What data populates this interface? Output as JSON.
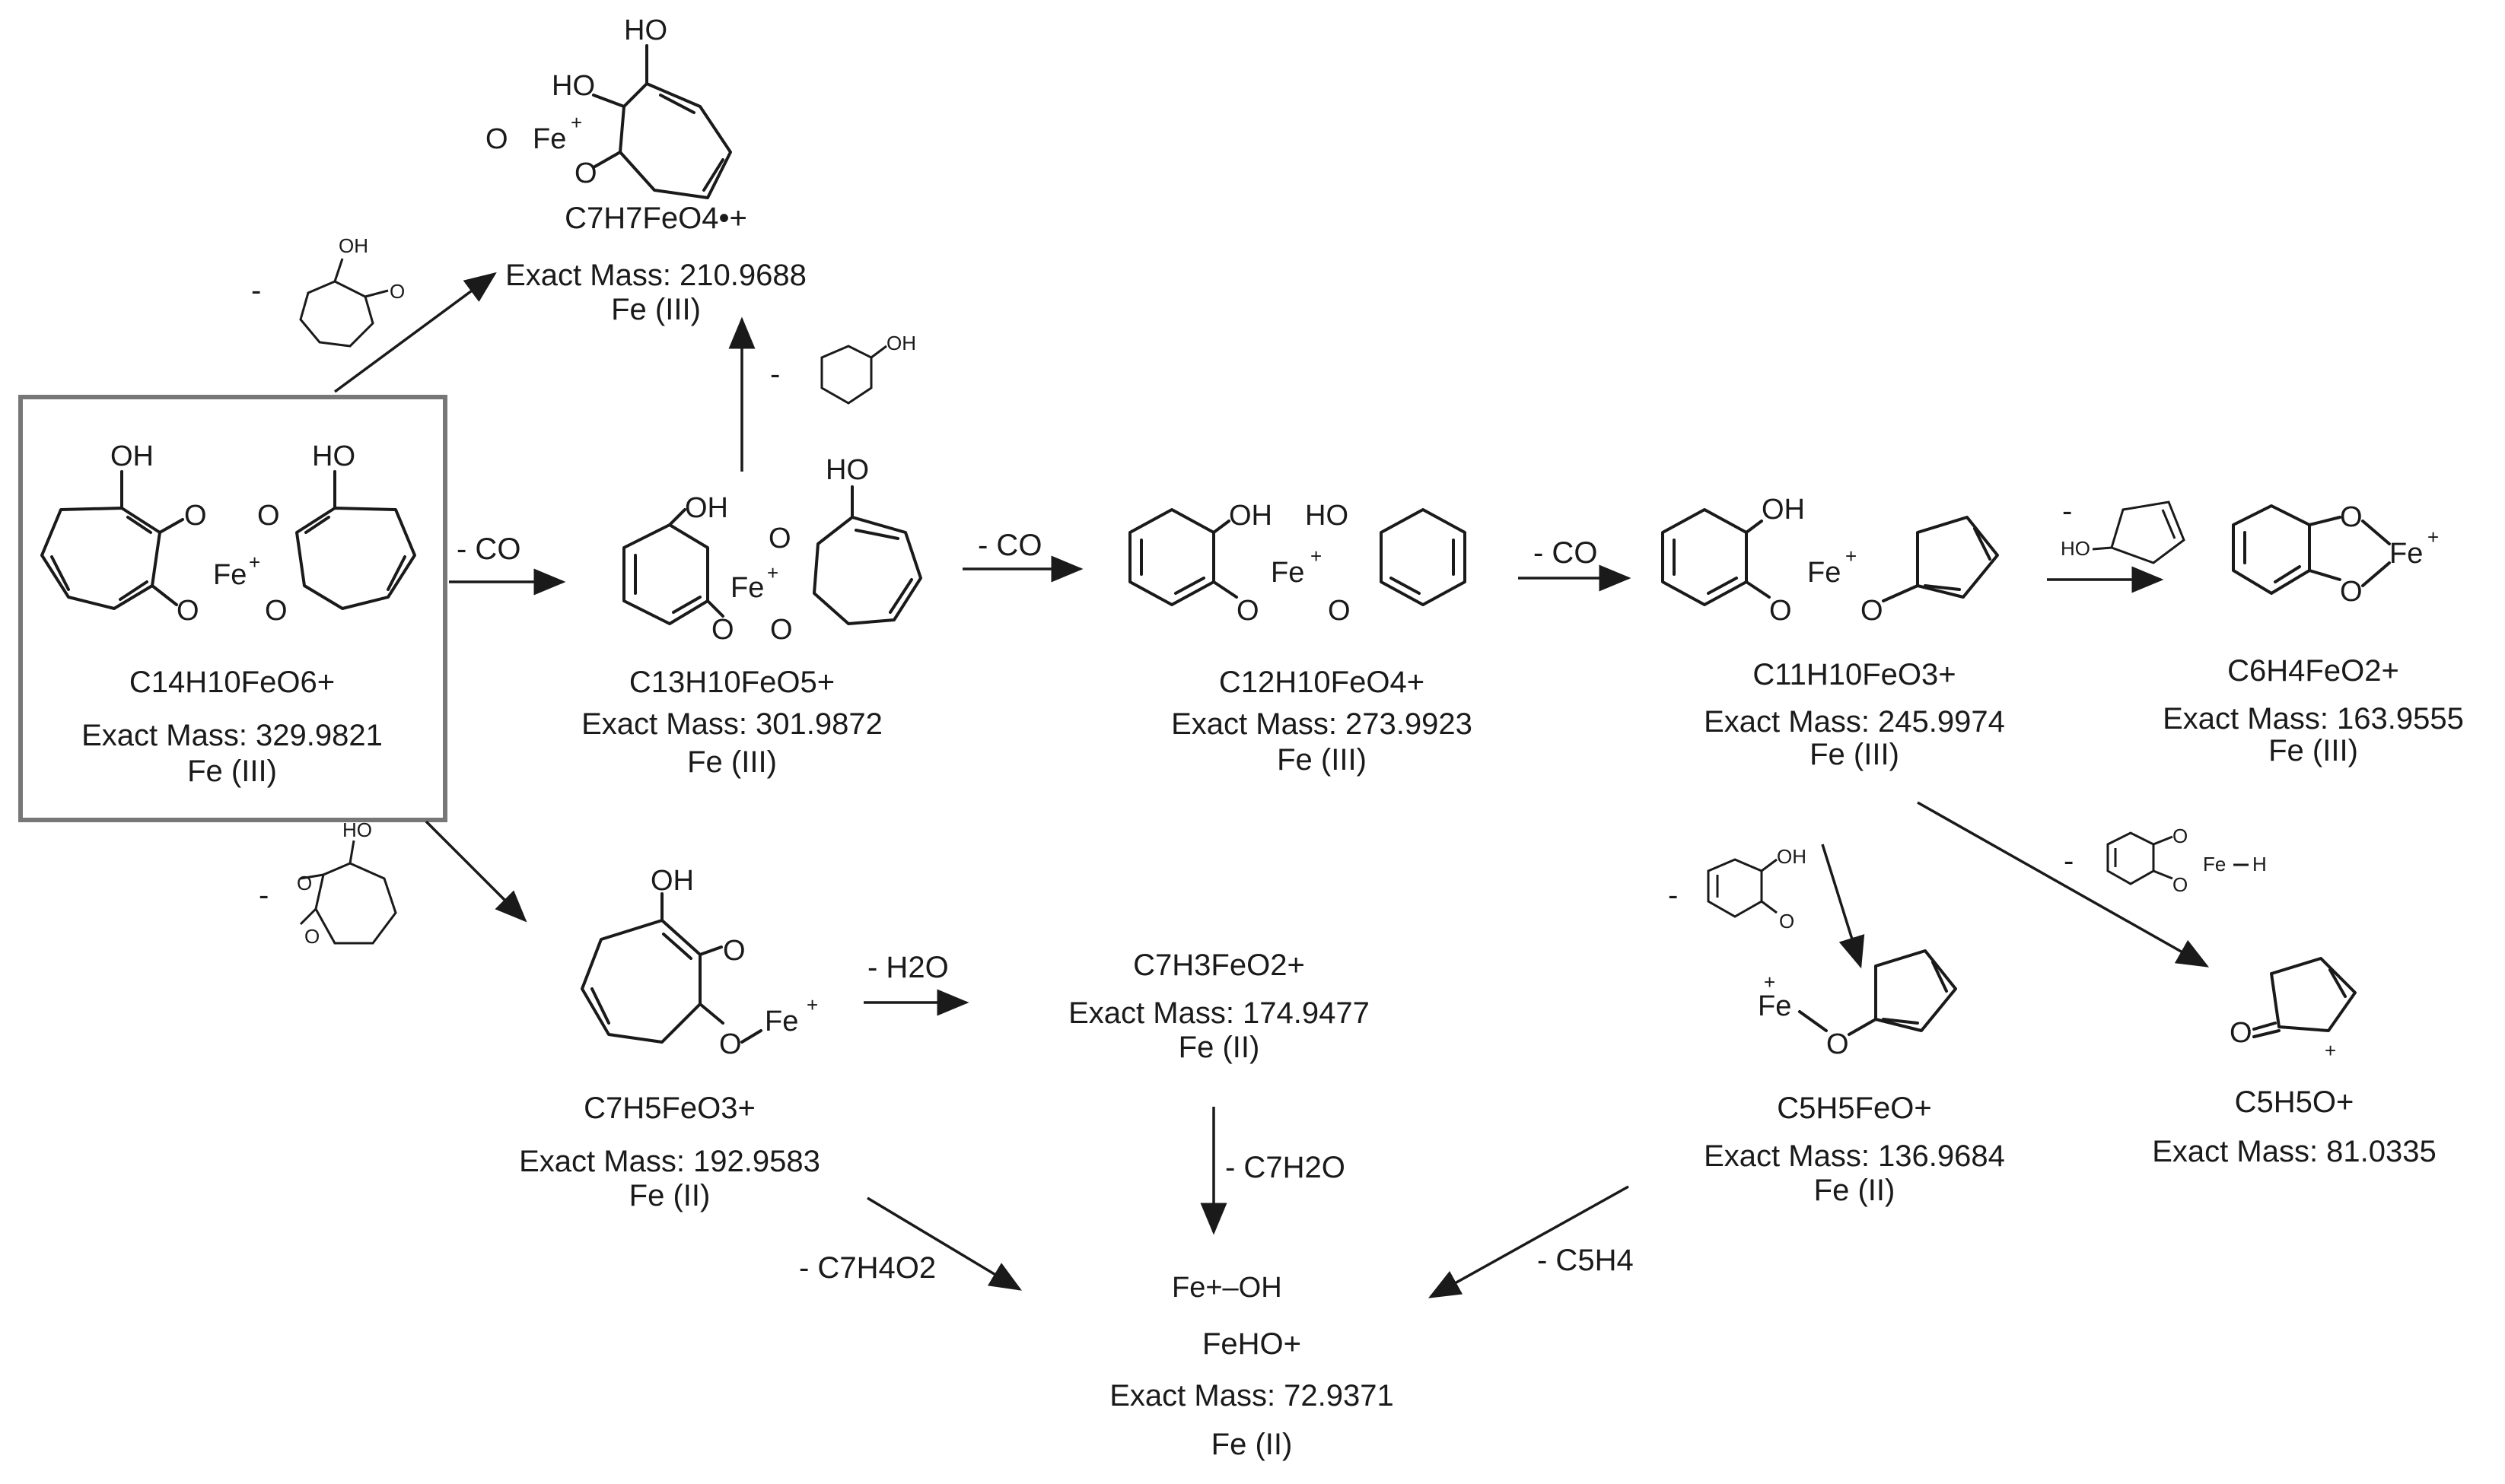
{
  "species": {
    "parent": {
      "formula": "C14H10FeO6+",
      "mass": "Exact Mass: 329.9821",
      "ox": "Fe (III)"
    },
    "s1": {
      "formula": "C13H10FeO5+",
      "mass": "Exact Mass: 301.9872",
      "ox": "Fe (III)"
    },
    "s2": {
      "formula": "C12H10FeO4+",
      "mass": "Exact Mass: 273.9923",
      "ox": "Fe (III)"
    },
    "s3": {
      "formula": "C11H10FeO3+",
      "mass": "Exact Mass: 245.9974",
      "ox": "Fe (III)"
    },
    "s4": {
      "formula": "C6H4FeO2+",
      "mass": "Exact Mass: 163.9555",
      "ox": "Fe (III)"
    },
    "top": {
      "formula": "C7H7FeO4•+",
      "mass": "Exact Mass: 210.9688",
      "ox": "Fe (III)"
    },
    "l1": {
      "formula": "C7H5FeO3+",
      "mass": "Exact Mass: 192.9583",
      "ox": "Fe (II)"
    },
    "l2": {
      "formula": "C7H3FeO2+",
      "mass": "Exact Mass: 174.9477",
      "ox": "Fe (II)"
    },
    "fe_oh": {
      "structure": "Fe+–OH",
      "formula": "FeHO+",
      "mass": "Exact Mass: 72.9371",
      "ox": "Fe (II)"
    },
    "c5": {
      "formula": "C5H5FeO+",
      "mass": "Exact Mass: 136.9684",
      "ox": "Fe (II)"
    },
    "cp": {
      "formula": "C5H5O+",
      "mass": "Exact Mass: 81.0335"
    }
  },
  "losses": {
    "co1": "- CO",
    "co2": "- CO",
    "co3": "- CO",
    "h2o": "- H2O",
    "c7h2o": "- C7H2O",
    "c7h4o2": "- C7H4O2",
    "c5h4": "- C5H4",
    "minus": "-"
  },
  "atoms": {
    "OH": "OH",
    "HO": "HO",
    "O": "O",
    "Fe": "Fe",
    "plus": "+",
    "H": "H",
    "dot": "•"
  }
}
